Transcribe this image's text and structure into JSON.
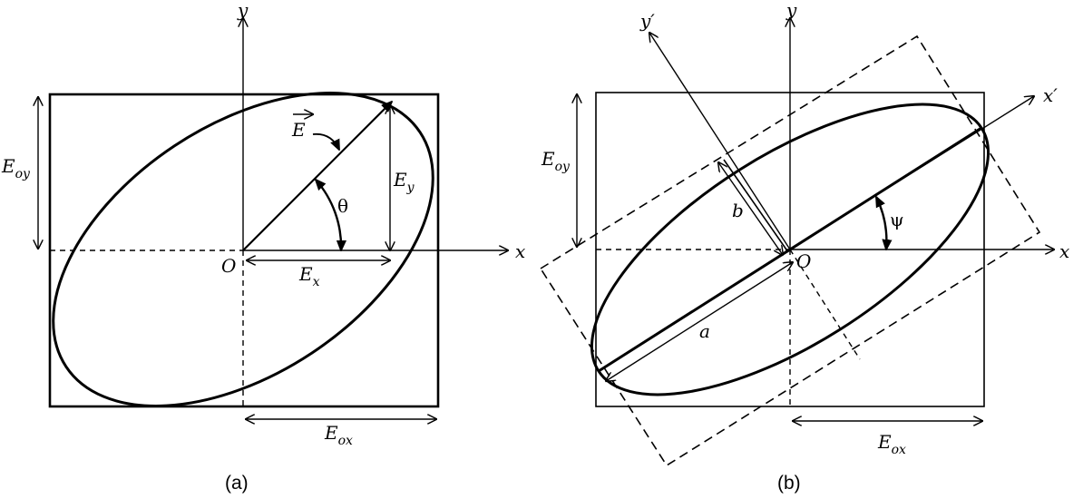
{
  "panel_a": {
    "caption": "(a)",
    "axis_x": "x",
    "axis_y": "y",
    "origin": "O",
    "vector_E": "E",
    "Ex_main": "E",
    "Ex_sub": "x",
    "Ey_main": "E",
    "Ey_sub": "y",
    "Eox_main": "E",
    "Eox_sub": "ox",
    "Eoy_main": "E",
    "Eoy_sub": "oy",
    "angle": "θ"
  },
  "panel_b": {
    "caption": "(b)",
    "axis_x": "x",
    "axis_y": "y",
    "axis_xp": "x′",
    "axis_yp": "y′",
    "origin": "O",
    "semi_major": "a",
    "semi_minor": "b",
    "angle": "ψ",
    "Eox_main": "E",
    "Eox_sub": "ox",
    "Eoy_main": "E",
    "Eoy_sub": "oy"
  }
}
